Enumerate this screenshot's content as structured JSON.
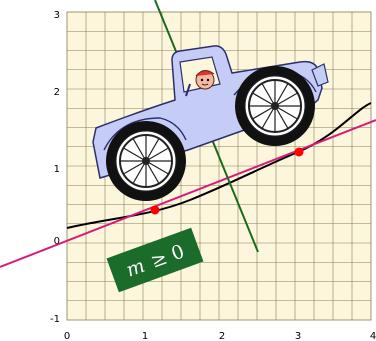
{
  "x_ticks": [
    "0",
    "1",
    "2",
    "3",
    "4"
  ],
  "y_ticks": [
    "3",
    "2",
    "1",
    "0",
    "-1"
  ],
  "slope_label": {
    "m": "m",
    "condition": "≥ 0"
  },
  "colors": {
    "grid_fill": "#fcf6dc",
    "grid_line": "#8a7d55",
    "curve": "#000000",
    "tangent": "#d81b7a",
    "normal": "#1a6b1a",
    "point": "#ff0000",
    "car_body": "#c5ccf5",
    "label_bg": "#1b6b2a"
  },
  "icons": [
    "jeep-icon",
    "driver-icon",
    "wheel-icon"
  ]
}
